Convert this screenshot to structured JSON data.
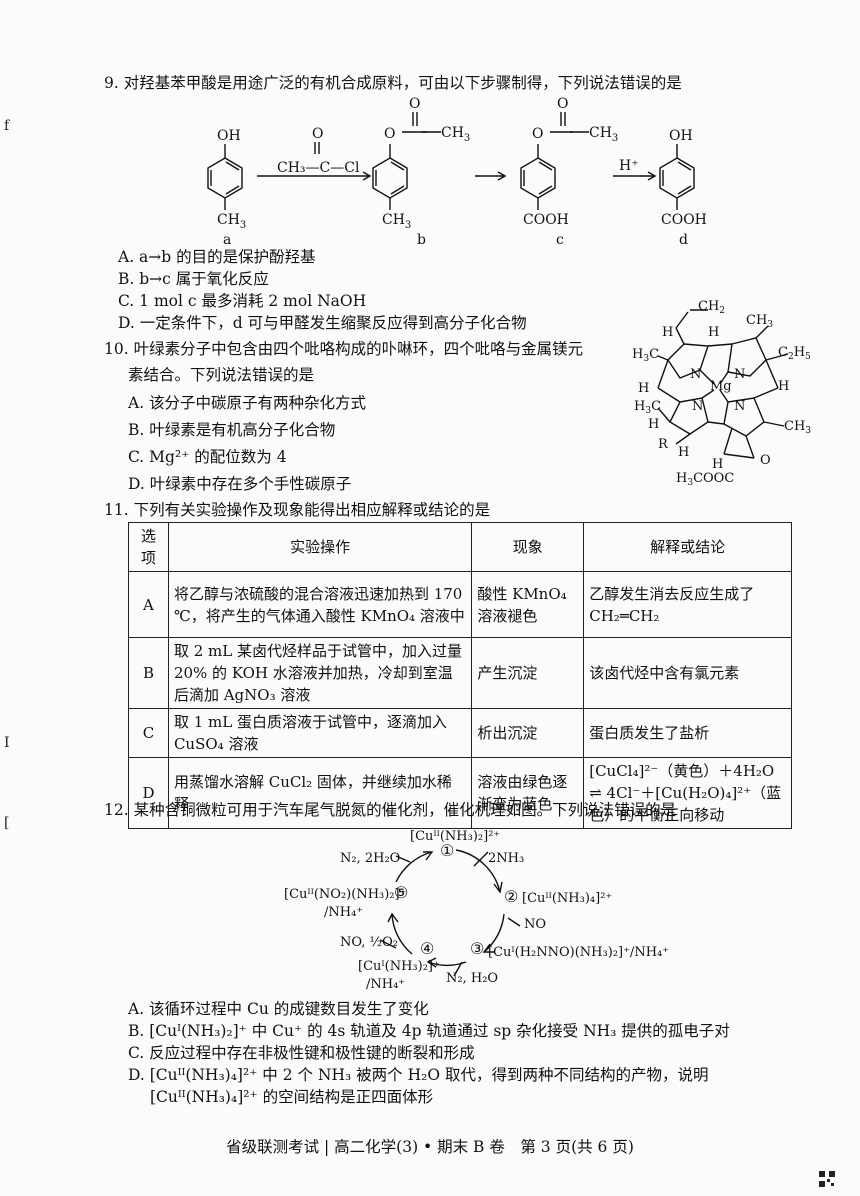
{
  "margin_marks": [
    "f",
    "I",
    "["
  ],
  "q9": {
    "stem": "9. 对羟基苯甲酸是用途广泛的有机合成原料，可由以下步骤制得，下列说法错误的是",
    "reagent": "CH₃—C—Cl",
    "acid": "H⁺",
    "labels": [
      "a",
      "b",
      "c",
      "d"
    ],
    "options": [
      "A. a→b 的目的是保护酚羟基",
      "B. b→c 属于氧化反应",
      "C. 1 mol c 最多消耗 2 mol NaOH",
      "D. 一定条件下，d 可与甲醛发生缩聚反应得到高分子化合物"
    ]
  },
  "q10": {
    "stem_line1": "10. 叶绿素分子中包含由四个吡咯构成的卟啉环，四个吡咯与金属镁元",
    "stem_line2": "素结合。下列说法错误的是",
    "options": [
      "A. 该分子中碳原子有两种杂化方式",
      "B. 叶绿素是有机高分子化合物",
      "C. Mg²⁺ 的配位数为 4",
      "D. 叶绿素中存在多个手性碳原子"
    ]
  },
  "q11": {
    "stem": "11. 下列有关实验操作及现象能得出相应解释或结论的是",
    "headers": [
      "选项",
      "实验操作",
      "现象",
      "解释或结论"
    ],
    "rows": [
      {
        "opt": "A",
        "op": "将乙醇与浓硫酸的混合溶液迅速加热到 170 ℃，将产生的气体通入酸性 KMnO₄ 溶液中",
        "ph": "酸性 KMnO₄ 溶液褪色",
        "con": "乙醇发生消去反应生成了 CH₂═CH₂"
      },
      {
        "opt": "B",
        "op": "取 2 mL 某卤代烃样品于试管中，加入过量 20% 的 KOH 水溶液并加热，冷却到室温后滴加 AgNO₃ 溶液",
        "ph": "产生沉淀",
        "con": "该卤代烃中含有氯元素"
      },
      {
        "opt": "C",
        "op": "取 1 mL 蛋白质溶液于试管中，逐滴加入 CuSO₄ 溶液",
        "ph": "析出沉淀",
        "con": "蛋白质发生了盐析"
      },
      {
        "opt": "D",
        "op": "用蒸馏水溶解 CuCl₂ 固体，并继续加水稀释",
        "ph": "溶液由绿色逐渐变为蓝色",
        "con": "[CuCl₄]²⁻（黄色）＋4H₂O ⇌ 4Cl⁻＋[Cu(H₂O)₄]²⁺（蓝色）的平衡正向移动"
      }
    ]
  },
  "q12": {
    "stem": "12. 某种含铜微粒可用于汽车尾气脱氮的催化剂，催化机理如图。下列说法错误的是",
    "cycle": {
      "s1": "[Cuᴵᴵ(NH₃)₂]²⁺",
      "in1": "2NH₃",
      "s2": "[Cuᴵᴵ(NH₃)₄]²⁺",
      "in2": "NO",
      "s3": "[Cuᴵ(H₂NNO)(NH₃)₂]⁺/NH₄⁺",
      "out3": "N₂, H₂O",
      "s4a": "[Cuᴵ(NH₃)₂]⁺",
      "s4b": "/NH₄⁺",
      "in4": "NO, ½O₂",
      "s5a": "[Cuᴵᴵ(NO₂)(NH₃)₂]⁺",
      "s5b": "/NH₄⁺",
      "out5": "N₂, 2H₂O",
      "nums": [
        "①",
        "②",
        "③",
        "④",
        "⑤"
      ]
    },
    "options": [
      "A. 该循环过程中 Cu 的成键数目发生了变化",
      "B. [Cuᴵ(NH₃)₂]⁺ 中 Cu⁺ 的 4s 轨道及 4p 轨道通过 sp 杂化接受 NH₃ 提供的孤电子对",
      "C. 反应过程中存在非极性键和极性键的断裂和形成",
      "D. [Cuᴵᴵ(NH₃)₄]²⁺ 中 2 个 NH₃ 被两个 H₂O 取代，得到两种不同结构的产物，说明",
      "[Cuᴵᴵ(NH₃)₄]²⁺ 的空间结构是正四面体形"
    ]
  },
  "footer": "省级联测考试 | 高二化学(3) • 期末 B 卷　第 3 页(共 6 页)"
}
